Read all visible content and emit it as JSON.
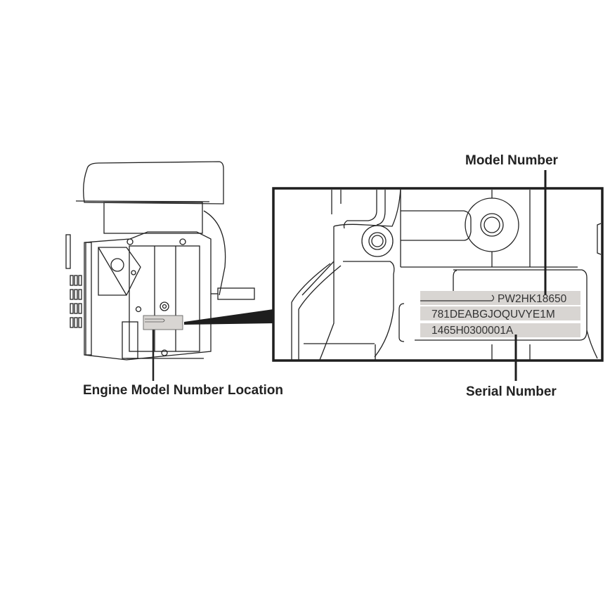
{
  "labels": {
    "model_number": "Model Number",
    "serial_number": "Serial Number",
    "engine_location": "Engine Model Number Location"
  },
  "plate": {
    "model_number": "PW2HK18650",
    "code_line": "781DEABGJOQUVYE1M",
    "serial_number": "1465H0300001A"
  },
  "colors": {
    "line": "#222222",
    "plate_fill": "#d8d5d2",
    "frame": "#1e1e1e"
  }
}
